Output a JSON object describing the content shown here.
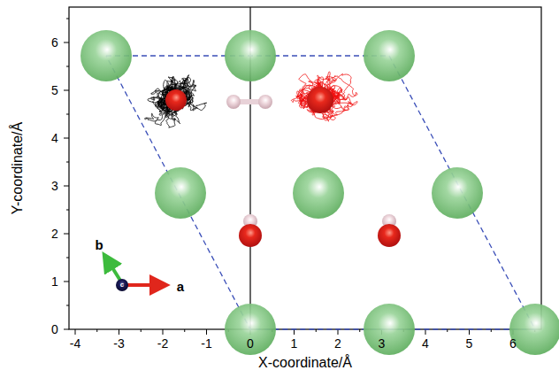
{
  "diagram": {
    "labels": [
      "-4",
      "-3",
      "-2",
      "-1",
      "0",
      "1",
      "2",
      "3",
      "4",
      "5",
      "6",
      "0",
      "1",
      "2",
      "3",
      "4",
      "5",
      "6",
      "X-coordinate/Å",
      "Y-coordinate/Å",
      "a",
      "b",
      "c"
    ]
  }
}
